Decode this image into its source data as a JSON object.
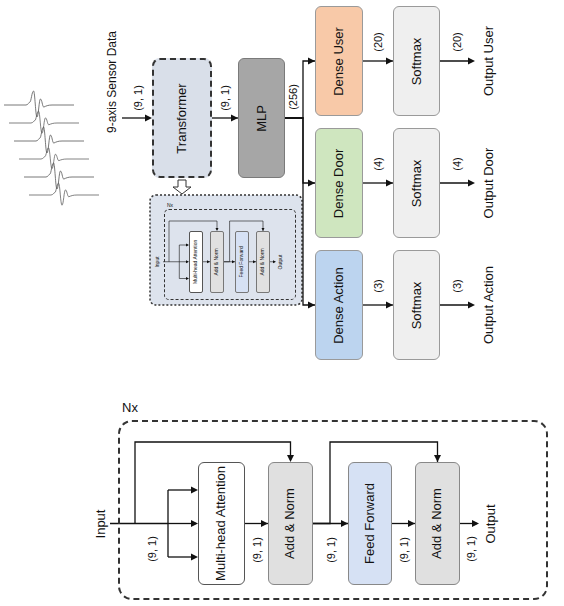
{
  "diagram": {
    "nodes": [
      {
        "text": [
          "Transformer"
        ]
      },
      {
        "text": [
          "MLP"
        ]
      },
      {
        "text": [
          "Dense User"
        ]
      },
      {
        "text": [
          "Dense Door"
        ]
      },
      {
        "text": [
          "Dense Action"
        ]
      },
      {
        "text": [
          "Softmax"
        ]
      },
      {
        "text": [
          "Softmax"
        ]
      },
      {
        "text": [
          "Softmax"
        ]
      },
      {
        "text": [
          "Nx"
        ]
      },
      {
        "text": [
          "Multi-head Attention"
        ],
        "in": 8
      },
      {
        "text": [
          "Add & Norm"
        ],
        "in": 8
      },
      {
        "text": [
          "Feed Forward"
        ],
        "in": 8
      },
      {
        "text": [
          "Add & Norm"
        ],
        "in": 8
      },
      {
        "text": [
          "Nx"
        ]
      },
      {
        "text": [
          "Multi-head Attention"
        ],
        "in": 13
      },
      {
        "text": [
          "Add & Norm"
        ],
        "in": 13
      },
      {
        "text": [
          "Feed Forward"
        ],
        "in": 13
      },
      {
        "text": [
          "Add & Norm"
        ],
        "in": 13
      }
    ],
    "edges": [
      {
        "from": 0,
        "to": 1,
        "arrow": "to",
        "label": "(9, 1)"
      },
      {
        "from": 1,
        "to": 2,
        "arrow": "to"
      },
      {
        "from": 1,
        "to": 3,
        "arrow": "to"
      },
      {
        "from": 1,
        "to": 4,
        "arrow": "to"
      },
      {
        "from": 2,
        "to": 5,
        "arrow": "to",
        "label": "(20)"
      },
      {
        "from": 3,
        "to": 6,
        "arrow": "to",
        "label": "(4)"
      },
      {
        "from": 4,
        "to": 7,
        "arrow": "to",
        "label": "(3)"
      },
      {
        "from": 9,
        "to": 10,
        "arrow": "to"
      },
      {
        "from": 10,
        "to": 11,
        "arrow": "to"
      },
      {
        "from": 11,
        "to": 12,
        "arrow": "to"
      },
      {
        "from": 10,
        "to": 12,
        "arrow": "to"
      },
      {
        "from": 14,
        "to": 15,
        "arrow": "to",
        "label": "(9, 1)"
      },
      {
        "from": 15,
        "to": 16,
        "arrow": "to",
        "label": "(9, 1)"
      },
      {
        "from": 16,
        "to": 17,
        "arrow": "to",
        "label": "(9, 1)"
      },
      {
        "from": 15,
        "to": 17,
        "arrow": "to"
      }
    ],
    "labels": [
      "9-axis Sensor Data",
      "(9, 1)",
      "(256)",
      "(20)",
      "Output User",
      "(4)",
      "Output Door",
      "(3)",
      "Output Action",
      "Input",
      "Output",
      "Input",
      "(9, 1)",
      "(9, 1)",
      "Output"
    ]
  }
}
